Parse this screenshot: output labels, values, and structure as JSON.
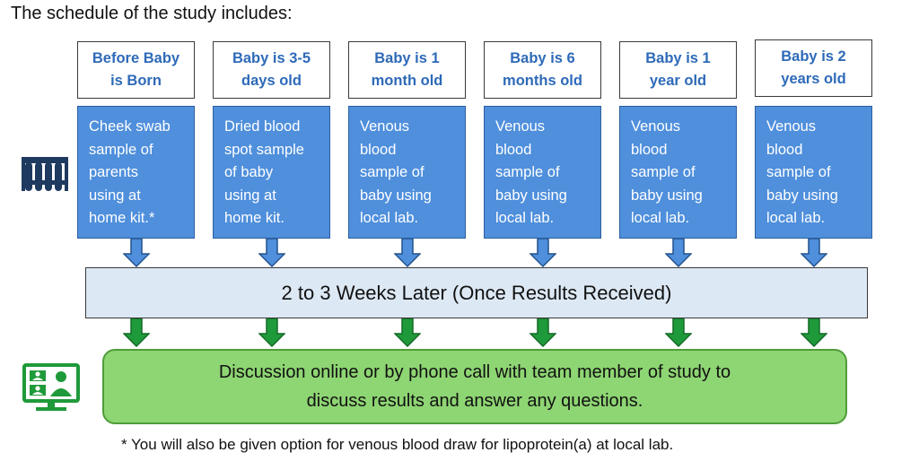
{
  "heading": "The schedule of the study includes:",
  "stages": [
    {
      "label": "Before Baby\nis Born",
      "sample": "Cheek swab\nsample  of\nparents\nusing at\nhome kit.*"
    },
    {
      "label": "Baby is 3-5\ndays old",
      "sample": "Dried blood\nspot sample\nof baby\nusing at\nhome kit."
    },
    {
      "label": "Baby is 1\nmonth old",
      "sample": "Venous\nblood\nsample of\nbaby using\nlocal lab."
    },
    {
      "label": "Baby is 6\nmonths old",
      "sample": "Venous\nblood\nsample of\nbaby using\nlocal lab."
    },
    {
      "label": "Baby is 1\nyear old",
      "sample": "Venous\nblood\nsample of\nbaby using\nlocal lab."
    },
    {
      "label": "Baby is 2\nyears old",
      "sample": "Venous\nblood\nsample of\nbaby using\nlocal lab."
    }
  ],
  "results_bar": "2 to 3 Weeks Later (Once Results Received)",
  "discussion": "Discussion online or by phone call with team member of study to\ndiscuss results and answer any questions.",
  "footnote": "* You will also be given option for venous blood draw for lipoprotein(a) at local lab.",
  "icons": {
    "sample": "test-tubes-icon",
    "discussion": "video-call-icon"
  },
  "colors": {
    "stage_text": "#2e6ab8",
    "sample_fill": "#4f8fdc",
    "results_fill": "#dce8f4",
    "discussion_fill": "#8ed573",
    "green_arrow": "#1f9a3a",
    "blue_arrow": "#4f8fdc"
  }
}
